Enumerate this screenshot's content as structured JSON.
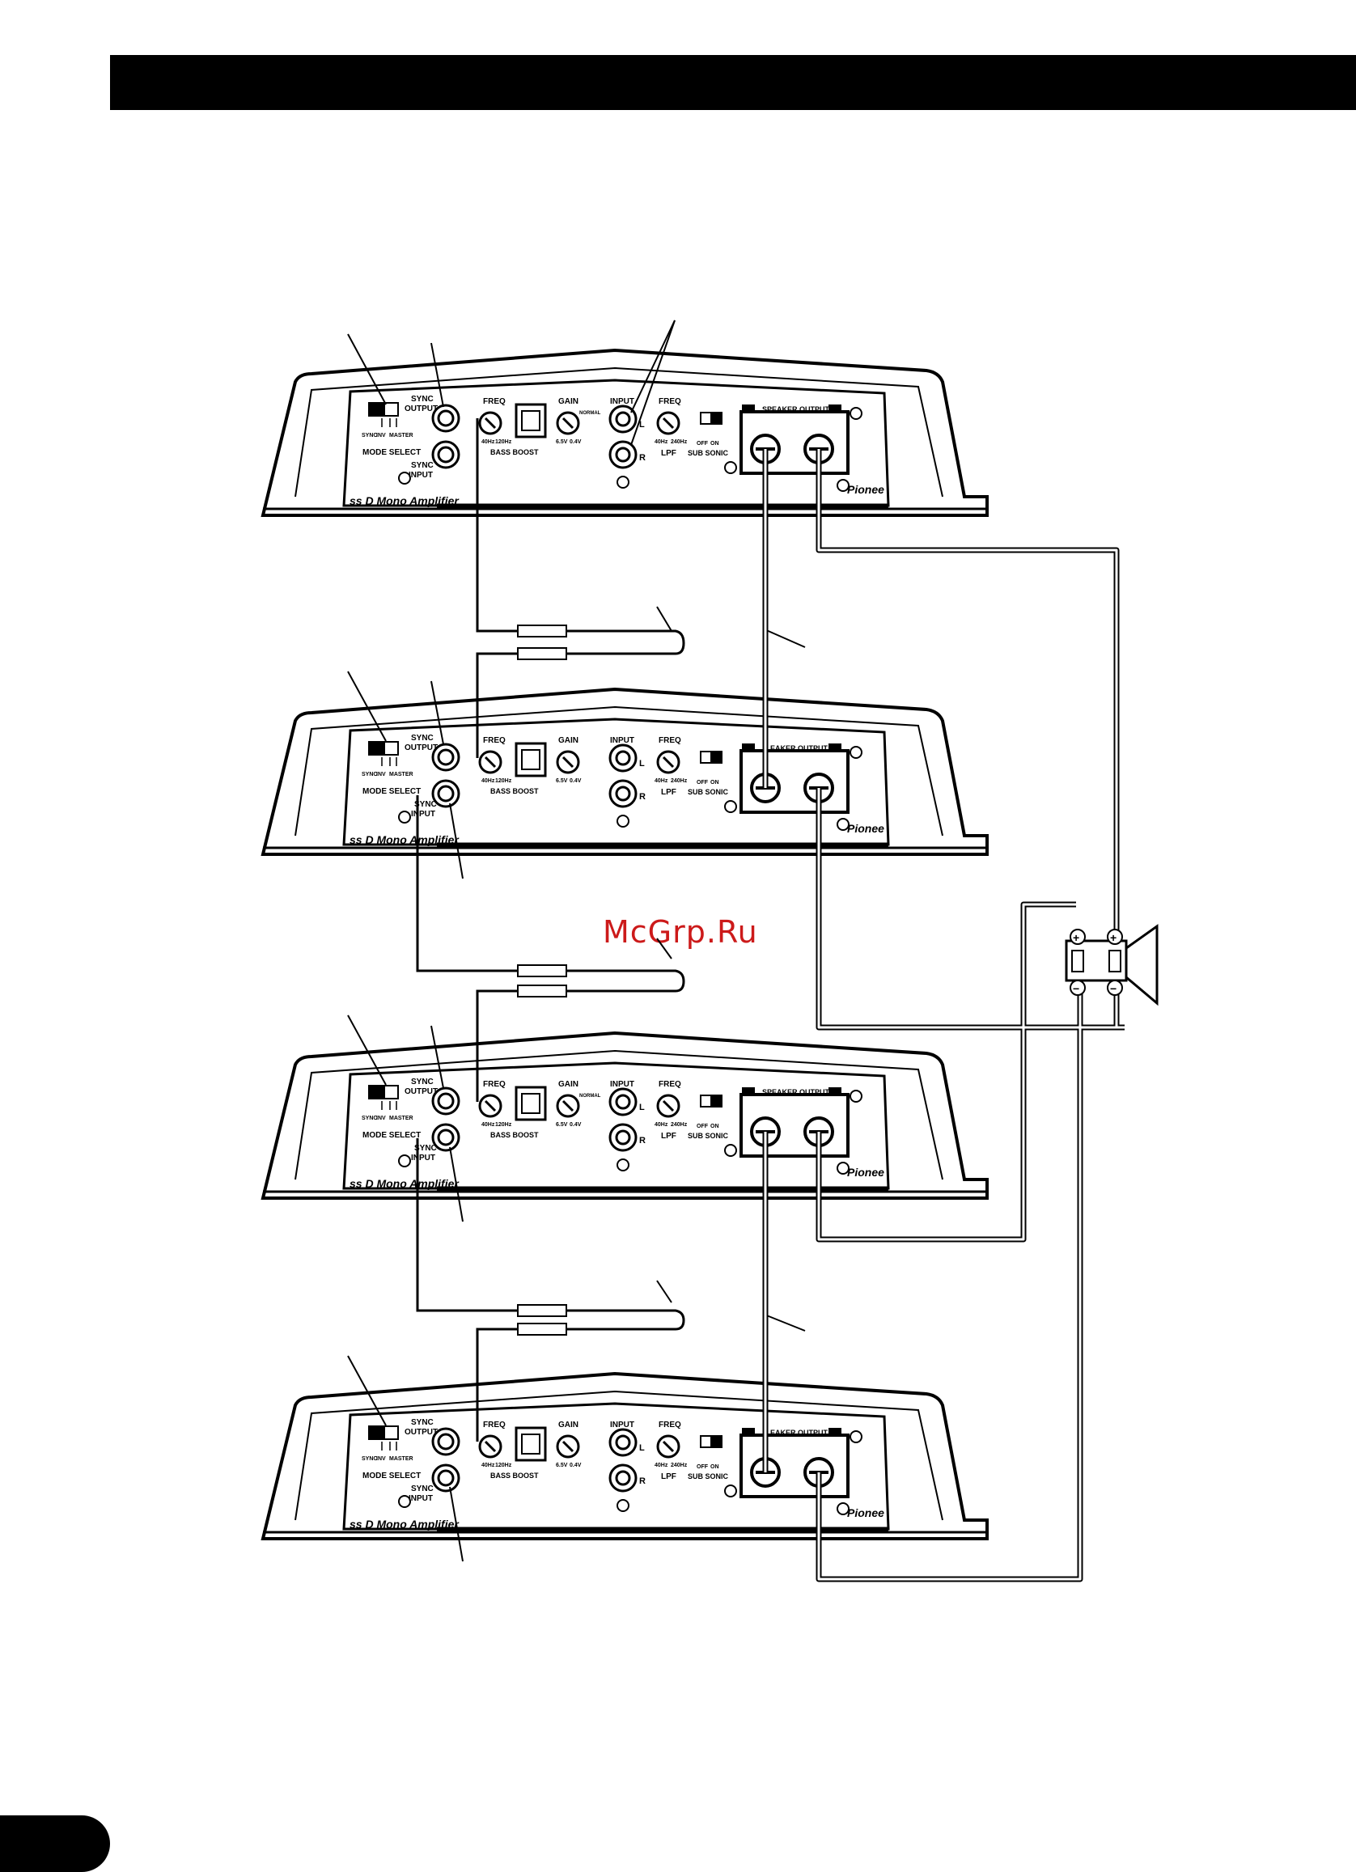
{
  "watermark": "McGrp.Ru",
  "colors": {
    "ink": "#000000",
    "panel": "#ffffff",
    "watermark": "#cc1a1a"
  },
  "amplifier_panel": {
    "model_text": "ss D Mono Amplifier",
    "brand": "Pionee",
    "mode_select_label": "MODE SELECT",
    "mode_options": [
      "SYNC",
      "INV",
      "MASTER"
    ],
    "mode_sync_mark": "SYNC",
    "sync_output_label": [
      "SYNC",
      "OUTPUT"
    ],
    "sync_input_label": [
      "SYNC",
      "INPUT"
    ],
    "freq_label": "FREQ",
    "freq_scale": [
      "40Hz",
      "120Hz"
    ],
    "bass_boost_label": "BASS BOOST",
    "gain_label": "GAIN",
    "gain_normal": "NORMAL",
    "gain_scale": [
      "6.5V",
      "0.4V"
    ],
    "input_label": "INPUT",
    "input_l": "L",
    "input_r": "R",
    "lpf_freq_label": "FREQ",
    "lpf_scale": [
      "40Hz",
      "240Hz"
    ],
    "lpf_label": "LPF",
    "subsonic_scale": [
      "OFF",
      "ON"
    ],
    "subsonic_label": "SUB SONIC",
    "speaker_output_label": "SPEAKER OUTPUT",
    "speaker_output_label_partial": "EAKER OUTPUT"
  },
  "speaker": {
    "plus": "+",
    "minus": "−"
  }
}
